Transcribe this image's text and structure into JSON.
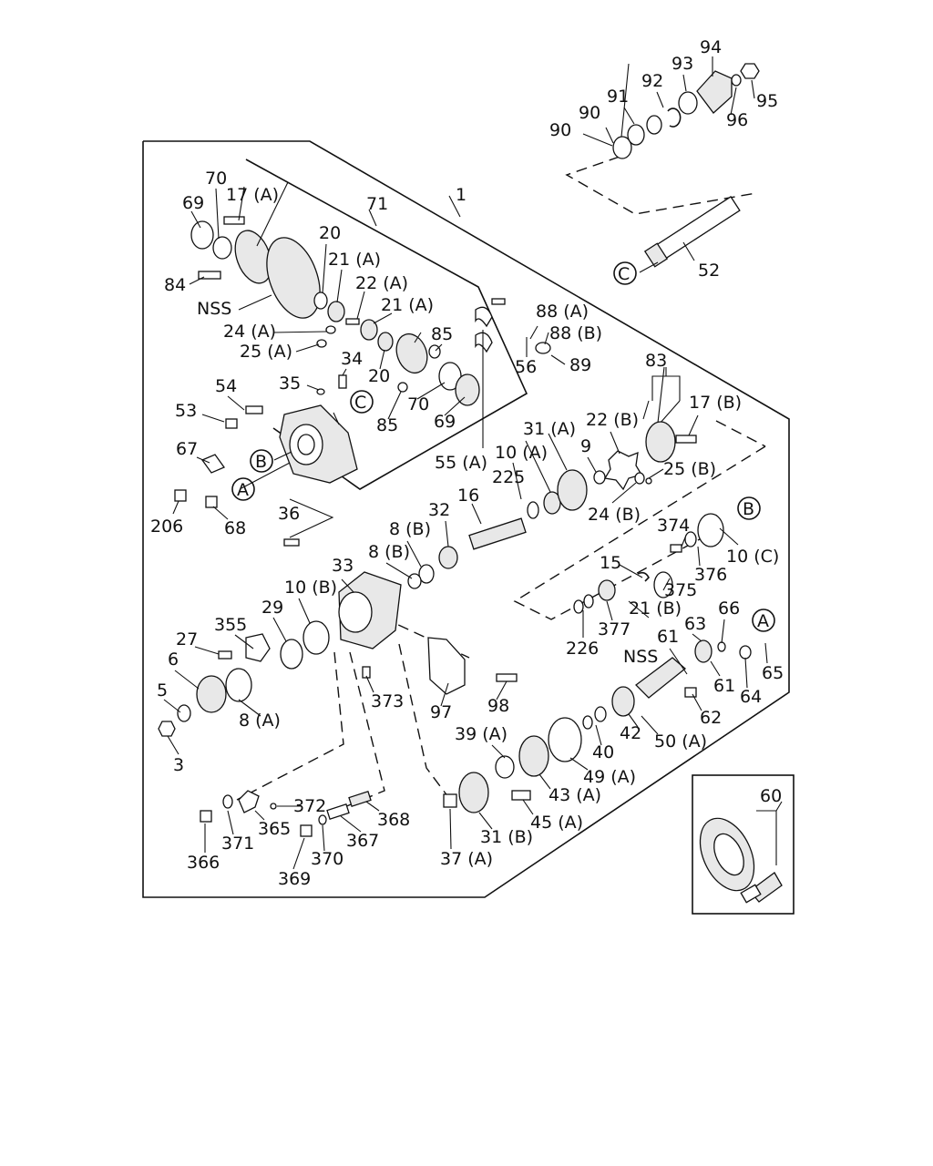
{
  "labels": {
    "p1": "1",
    "p3": "3",
    "p5": "5",
    "p6": "6",
    "p8a": "8 (A)",
    "p8b1": "8 (B)",
    "p8b2": "8 (B)",
    "p9": "9",
    "p10a": "10 (A)",
    "p10b": "10 (B)",
    "p10c": "10 (C)",
    "p15": "15",
    "p16": "16",
    "p17a": "17 (A)",
    "p17b": "17 (B)",
    "p20a": "20",
    "p20b": "20",
    "p21a1": "21 (A)",
    "p21a2": "21 (A)",
    "p21b": "21 (B)",
    "p22a": "22 (A)",
    "p22b": "22 (B)",
    "p24a": "24 (A)",
    "p24b": "24 (B)",
    "p25a": "25 (A)",
    "p25b": "25 (B)",
    "p27": "27",
    "p29": "29",
    "p31a": "31 (A)",
    "p31b": "31 (B)",
    "p32": "32",
    "p33": "33",
    "p34": "34",
    "p35": "35",
    "p36": "36",
    "p37a": "37 (A)",
    "p39a": "39 (A)",
    "p40": "40",
    "p42": "42",
    "p43a": "43 (A)",
    "p45a": "45 (A)",
    "p49a": "49 (A)",
    "p50a": "50 (A)",
    "p52": "52",
    "p53": "53",
    "p54": "54",
    "p55a": "55 (A)",
    "p56": "56",
    "p60": "60",
    "p61a": "61",
    "p61b": "61",
    "p62": "62",
    "p63": "63",
    "p64": "64",
    "p65": "65",
    "p66": "66",
    "p67": "67",
    "p68": "68",
    "p69a": "69",
    "p69b": "69",
    "p70a": "70",
    "p70b": "70",
    "p71": "71",
    "p83": "83",
    "p84": "84",
    "p85a": "85",
    "p85b": "85",
    "p88a": "88 (A)",
    "p88b": "88 (B)",
    "p89": "89",
    "p90a": "90",
    "p90b": "90",
    "p91": "91",
    "p92": "92",
    "p93": "93",
    "p94": "94",
    "p95": "95",
    "p96": "96",
    "p97": "97",
    "p98": "98",
    "p206": "206",
    "p225": "225",
    "p226": "226",
    "p355": "355",
    "p365": "365",
    "p366": "366",
    "p367": "367",
    "p368": "368",
    "p369": "369",
    "p370": "370",
    "p371": "371",
    "p372": "372",
    "p373": "373",
    "p374": "374",
    "p375": "375",
    "p376": "376",
    "p377": "377",
    "nss1": "NSS",
    "nss2": "NSS"
  },
  "callouts": {
    "A": "A",
    "B": "B",
    "C": "C"
  }
}
